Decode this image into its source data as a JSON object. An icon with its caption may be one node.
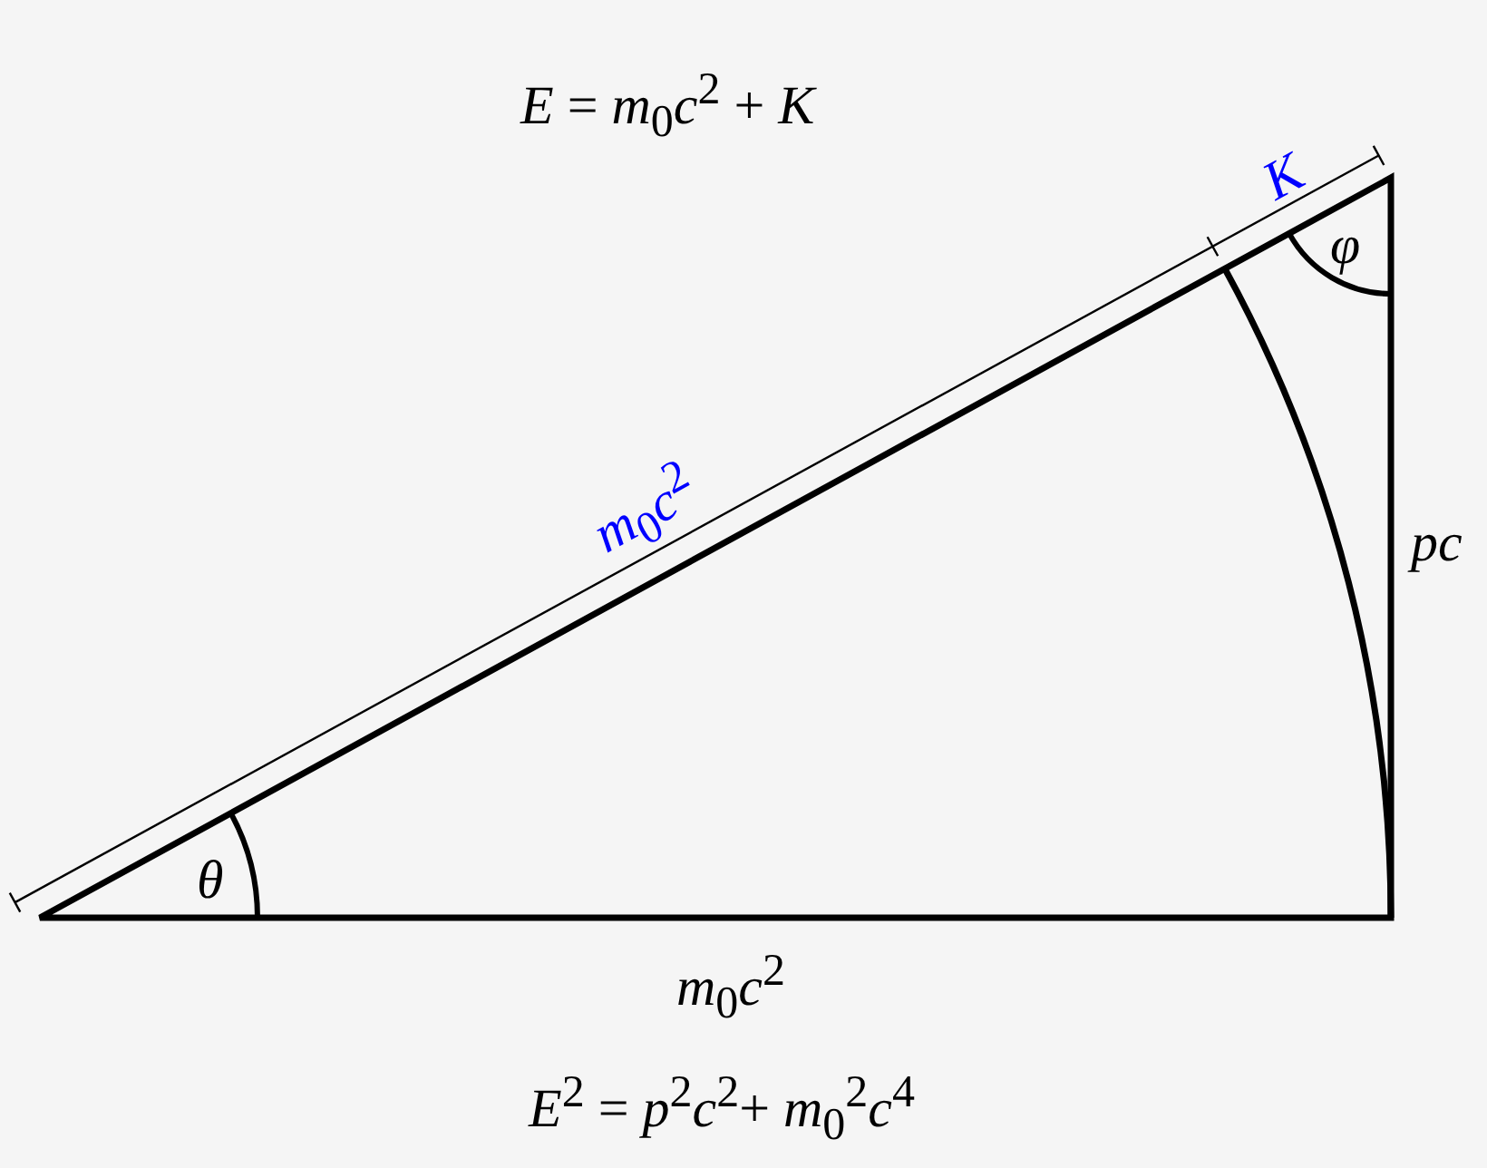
{
  "diagram": {
    "labels": [
      "*E* = *m*$_{0}$*c*$^{2}$ + *K*",
      "*K*",
      "*φ*",
      "*m*$_{0}$*c*$^{2}$",
      "*pc*",
      "*θ*",
      "*m*$_{0}$*c*$^{2}$",
      "*E*$^{2}$ = *p*$^{2}$*c*$^{2}$+ *m*$_{0}$$^{2}$*c*$^{4}$"
    ]
  }
}
